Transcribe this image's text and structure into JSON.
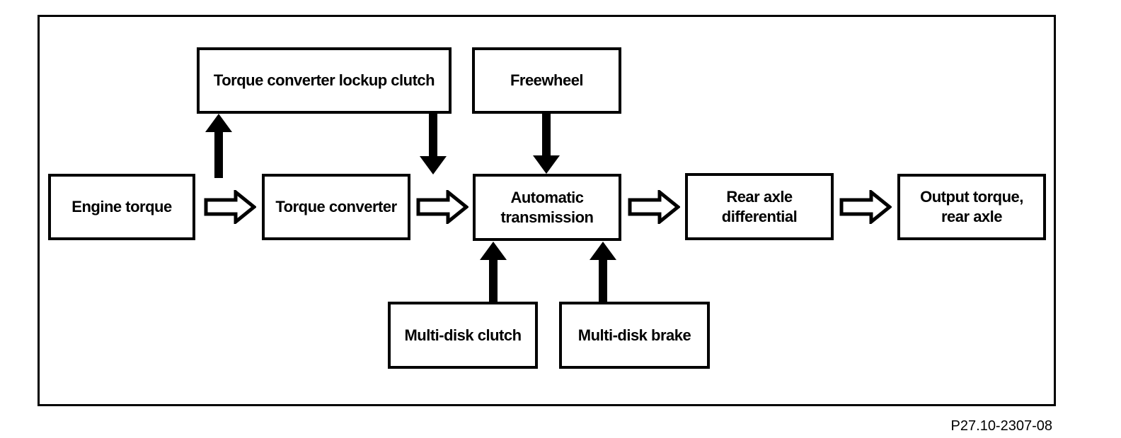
{
  "diagram": {
    "boxes": {
      "lockup_clutch": "Torque converter lockup clutch",
      "freewheel": "Freewheel",
      "engine_torque": "Engine torque",
      "torque_converter": "Torque converter",
      "automatic_transmission": "Automatic\ntransmission",
      "rear_axle_differential": "Rear axle\ndifferential",
      "output_torque": "Output torque,\nrear axle",
      "multi_disk_clutch": "Multi-disk clutch",
      "multi_disk_brake": "Multi-disk brake"
    },
    "edges": [
      {
        "from": "engine_torque",
        "to": "torque_converter",
        "style": "hollow-right-arrow"
      },
      {
        "from": "torque_converter",
        "to": "automatic_transmission",
        "style": "hollow-right-arrow"
      },
      {
        "from": "automatic_transmission",
        "to": "rear_axle_differential",
        "style": "hollow-right-arrow"
      },
      {
        "from": "rear_axle_differential",
        "to": "output_torque",
        "style": "hollow-right-arrow"
      },
      {
        "from": "torque_converter",
        "to": "lockup_clutch",
        "style": "solid-up-arrow"
      },
      {
        "from": "lockup_clutch",
        "to": "automatic_transmission",
        "style": "solid-down-arrow"
      },
      {
        "from": "freewheel",
        "to": "automatic_transmission",
        "style": "solid-down-arrow"
      },
      {
        "from": "multi_disk_clutch",
        "to": "automatic_transmission",
        "style": "solid-up-arrow"
      },
      {
        "from": "multi_disk_brake",
        "to": "automatic_transmission",
        "style": "solid-up-arrow"
      }
    ],
    "reference_code": "P27.10-2307-08",
    "colors": {
      "line": "#000000",
      "background": "#ffffff"
    }
  }
}
